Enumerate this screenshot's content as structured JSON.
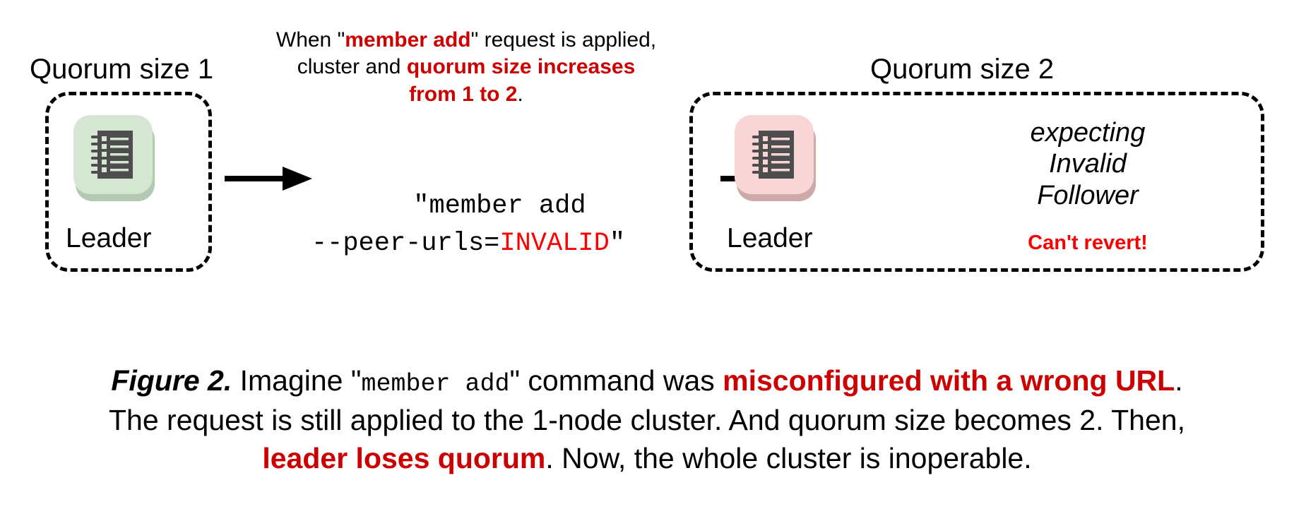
{
  "figure": {
    "left_panel": {
      "quorum_label": "Quorum size 1",
      "node_role": "Leader",
      "icon": "notebook-ledger-icon",
      "tile_color": "#d5e6d3",
      "tile_shadow_color": "#b4c9b2"
    },
    "right_panel": {
      "quorum_label": "Quorum size 2",
      "node_role": "Leader",
      "icon": "notebook-ledger-icon",
      "tile_color": "#f9d6d6",
      "tile_shadow_color": "#cfa8a8",
      "follower_note_line1": "expecting",
      "follower_note_line2": "Invalid",
      "follower_note_line3": "Follower",
      "warning": "Can't revert!",
      "warning_color": "#fb0000"
    },
    "top_note": {
      "seg1": "When \"",
      "seg2_em": "member add",
      "seg3": "\" request is applied,",
      "seg4": "cluster and ",
      "seg5_em": "quorum size increases",
      "seg6_em": "from 1 to 2",
      "seg7": "."
    },
    "command": {
      "line1": "\"member add",
      "line2_prefix": "--peer-urls=",
      "line2_em": "INVALID",
      "line2_suffix": "\""
    },
    "arrows": {
      "arrow1": "right-arrow-icon",
      "arrow2": "right-arrow-icon"
    },
    "caption": {
      "fig_number": "Figure 2.",
      "l1_a": " Imagine \"",
      "l1_mono": "member add",
      "l1_b": "\" command was ",
      "l1_em": "misconfigured with a wrong URL",
      "l1_c": ".",
      "l2": "The request is still applied to the 1-node cluster. And quorum size becomes 2. Then,",
      "l3_em": "leader loses quorum",
      "l3_a": ". Now, the whole cluster is inoperable."
    },
    "colors": {
      "accent_red": "#cc0000",
      "bright_red": "#fb0000",
      "ink": "#000000",
      "background": "#ffffff"
    }
  }
}
